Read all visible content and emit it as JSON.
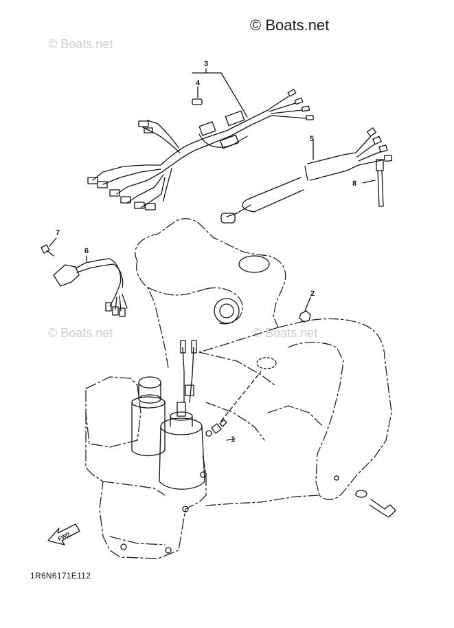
{
  "copyright": "© Boats.net",
  "watermarks": [
    "© Boats.net",
    "© Boats.net",
    "© Boats.net"
  ],
  "diagram_code": "1R6N6171E112",
  "fwd_label": "FWD",
  "callouts": [
    "1",
    "2",
    "3",
    "4",
    "5",
    "6",
    "7",
    "8"
  ]
}
